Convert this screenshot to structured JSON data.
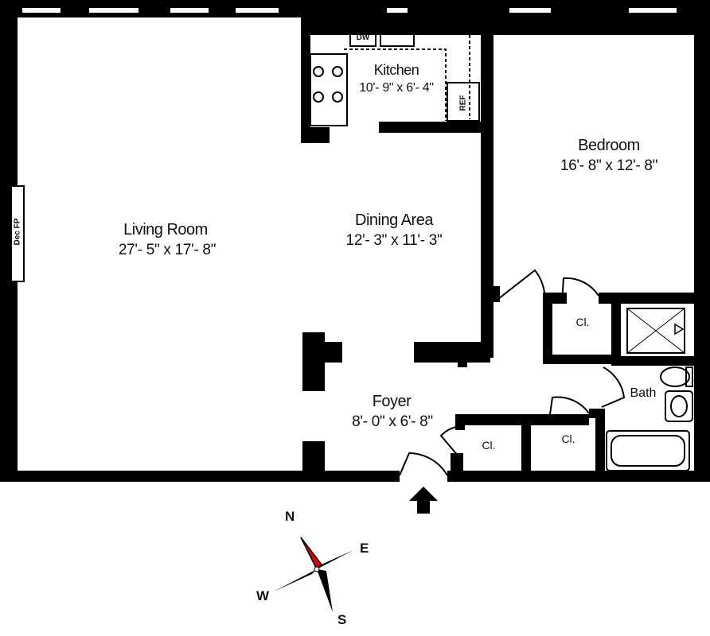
{
  "rooms": {
    "living": {
      "name": "Living Room",
      "dims": "27'- 5\" x 17'- 8\""
    },
    "dining": {
      "name": "Dining Area",
      "dims": "12'- 3\" x 11'- 3\""
    },
    "kitchen": {
      "name": "Kitchen",
      "dims": "10'- 9\" x 6'- 4\""
    },
    "bedroom": {
      "name": "Bedroom",
      "dims": "16'- 8\" x 12'- 8\""
    },
    "foyer": {
      "name": "Foyer",
      "dims": "8'- 0\" x 6'- 8\""
    },
    "bath": {
      "name": "Bath"
    }
  },
  "fixtures": {
    "fireplace": "Dec FP",
    "dishwasher": "DW",
    "refrigerator": "REF",
    "closet_bedroom": "Cl.",
    "closet_foyer_left": "Cl.",
    "closet_foyer_right": "Cl."
  },
  "compass": {
    "n": "N",
    "e": "E",
    "s": "S",
    "w": "W"
  },
  "colors": {
    "wall": "#000000",
    "background": "#ffffff",
    "needle_north": "#e00000"
  }
}
